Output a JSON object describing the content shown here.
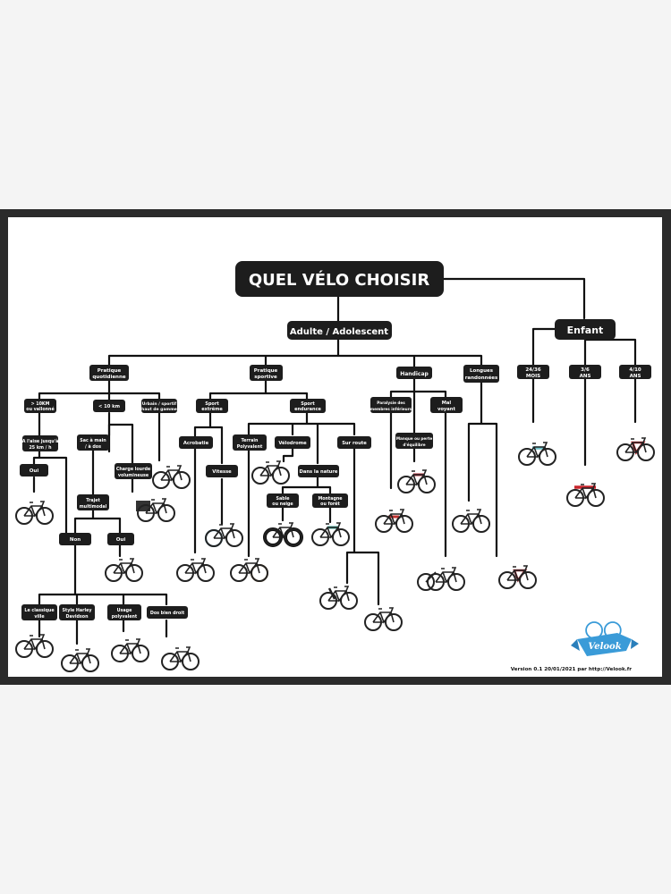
{
  "title": "QUEL VÉLO CHOISIR",
  "branches": {
    "adulte": "Adulte / Adolescent",
    "enfant": "Enfant"
  },
  "categories": {
    "pratique_quotidienne": [
      "Pratique",
      "quotidienne"
    ],
    "pratique_sportive": [
      "Pratique",
      "sportive"
    ],
    "handicap": "Handicap",
    "longues_randonnees": [
      "Longues",
      "randonnées"
    ],
    "enfant_24_36": [
      "24/36",
      "MOIS"
    ],
    "enfant_3_6": [
      "3/6",
      "ANS"
    ],
    "enfant_4_10": [
      "4/10",
      "ANS"
    ]
  },
  "nodes": {
    "plus_10km": [
      "> 10KM",
      "ou vallonné"
    ],
    "moins_10km": "< 10 km",
    "urbain": [
      "Urbain / sportif",
      "haut de gamme"
    ],
    "aller_25": [
      "A l'aise jusqu'à",
      "25 km / h"
    ],
    "oui_1": "Oui",
    "sac_main": [
      "Sac à main",
      "/ à dos"
    ],
    "charge_lourde": [
      "Charge lourde",
      "volumineuse"
    ],
    "trajet_multimodal": [
      "Trajet",
      "multimodal"
    ],
    "non": "Non",
    "oui_2": "Oui",
    "classique_ville": [
      "Le classique",
      "ville"
    ],
    "style_harley": [
      "Style Harley",
      "Davidson"
    ],
    "usage_polyvalent": [
      "Usage",
      "polyvalent"
    ],
    "dos_bien_droit": "Dos bien droit",
    "sport_extreme": [
      "Sport",
      "extrême"
    ],
    "sport_endurance": [
      "Sport",
      "endurance"
    ],
    "acrobatie": "Acrobatie",
    "vitesse": "Vitesse",
    "terrain_polyvalent": [
      "Terrain",
      "Polyvalent"
    ],
    "velodrome": "Vélodrome",
    "dans_nature": "Dans la nature",
    "sur_route": "Sur route",
    "sable_neige": [
      "Sable",
      "ou neige"
    ],
    "montagne_foret": [
      "Montagne",
      "ou forêt"
    ],
    "paralysie": [
      "Paralysie des",
      "membres inférieurs"
    ],
    "manque_equilibre": [
      "Manque ou perte",
      "d'équilibre"
    ],
    "mal_voyant": [
      "Mal",
      "voyant"
    ]
  },
  "logo_text": "Velook",
  "footer": "Version 0.1 20/01/2021 par http://Velook.fr",
  "colors": {
    "node": "#1d1d1d",
    "line": "#111111",
    "logo_blue": "#3a9bd8"
  },
  "icons": [
    "city-bike-icon",
    "cargo-bike-icon",
    "folding-bike-icon",
    "bmx-icon",
    "road-bike-icon",
    "mountain-bike-icon",
    "fat-bike-icon",
    "recumbent-icon",
    "tricycle-icon",
    "tandem-icon",
    "balance-bike-icon",
    "kids-bike-icon"
  ]
}
